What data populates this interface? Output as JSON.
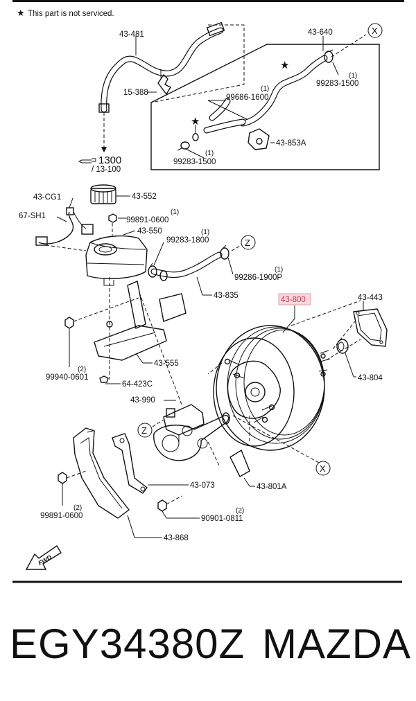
{
  "note": {
    "star": "★",
    "text": "This part is not serviced."
  },
  "callouts": {
    "c43481": "43-481",
    "c43640": "43-640",
    "c15388": "15-388",
    "c99686": "99686-1600",
    "c99686q": "(1)",
    "c99283a": "99283-1500",
    "c99283aq": "(1)",
    "c99283b": "99283-1500",
    "c99283bq": "(1)",
    "c43853a": "43-853A",
    "c1300": "1300",
    "c13100": "/ 13-100",
    "c43cg1": "43-CG1",
    "c67sh1": "67-SH1",
    "c43552": "43-552",
    "c99891a": "99891-0600",
    "c99891aq": "(1)",
    "c43550": "43-550",
    "c99283c": "99283-1800",
    "c99283cq": "(1)",
    "c99286": "99286-1900P",
    "c99286q": "(1)",
    "c43835": "43-835",
    "c43800": "43-800",
    "c43443": "43-443",
    "c99940": "99940-0601",
    "c99940q": "(2)",
    "c43555": "43-555",
    "c64423c": "64-423C",
    "c43804": "43-804",
    "c43990": "43-990",
    "c43073": "43-073",
    "c43801a": "43-801A",
    "c99891b": "99891-0600",
    "c99891bq": "(2)",
    "c90901": "90901-0811",
    "c90901q": "(2)",
    "c43868": "43-868"
  },
  "markers": {
    "x_top": "X",
    "x_bottom": "X",
    "z_top": "Z",
    "z_bottom": "Z",
    "star1": "★",
    "star2": "★"
  },
  "fwd": "FWD",
  "part_number": "EGY34380Z",
  "brand": "MAZDA",
  "colors": {
    "highlight_fill": "#f8d7dd",
    "highlight_border": "#e0a0ab",
    "highlight_text": "#c43a4d",
    "ink": "#111111"
  }
}
